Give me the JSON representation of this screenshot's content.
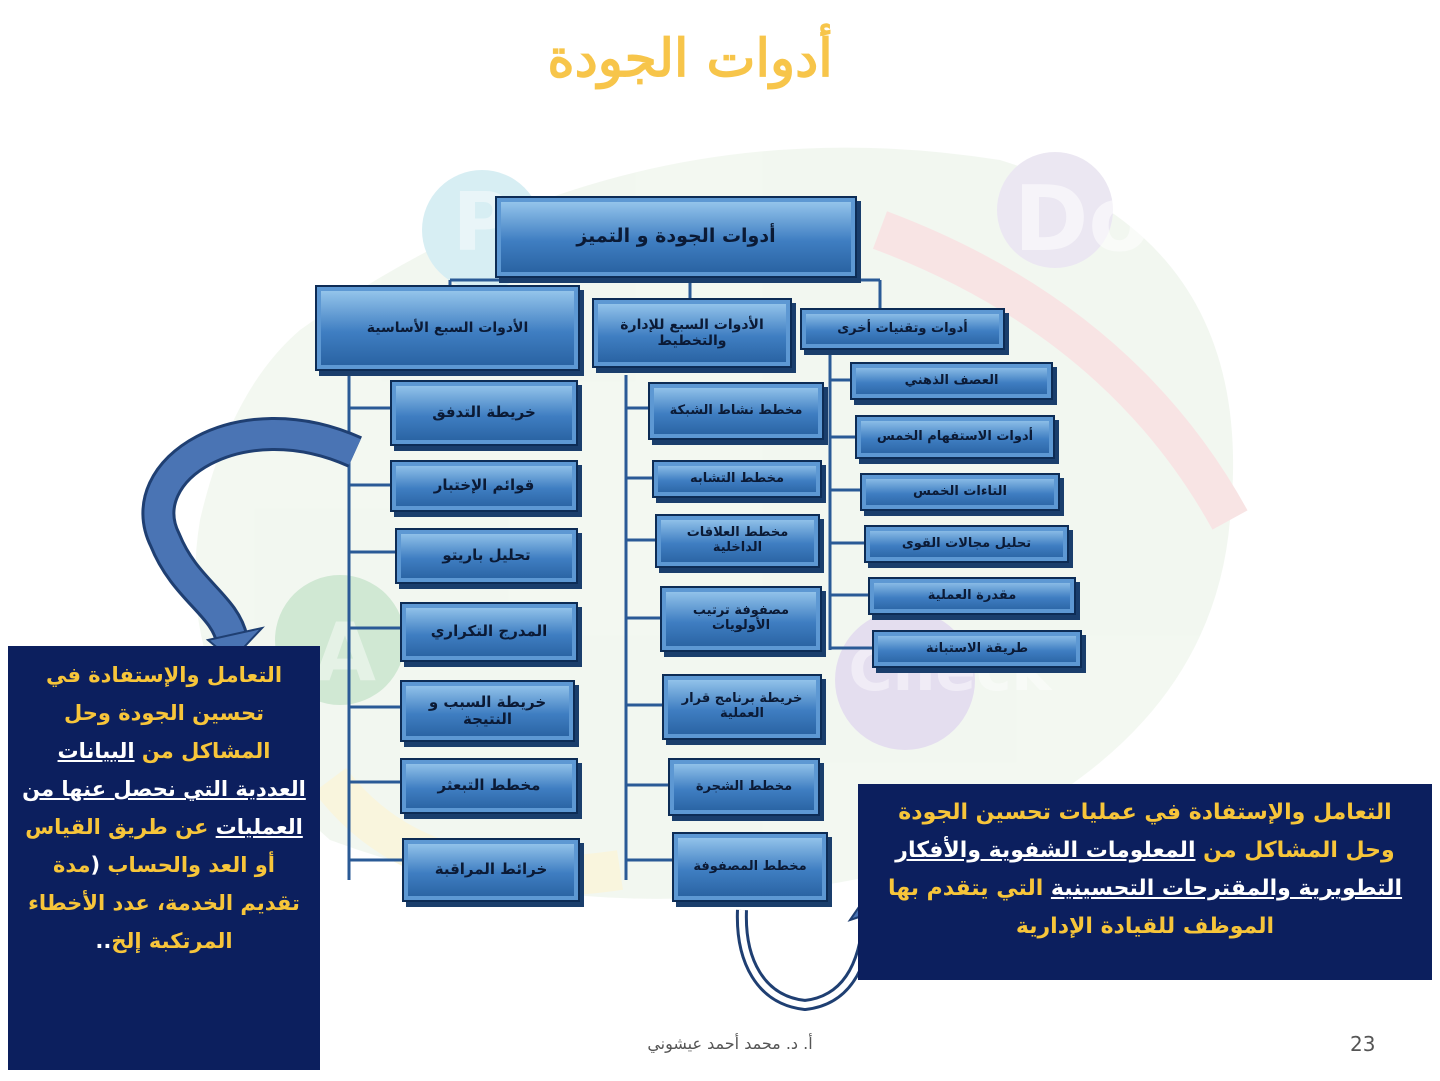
{
  "title": "أدوات الجودة",
  "chart": {
    "root": "أدوات الجودة و التميز",
    "branches": [
      {
        "label": "الأدوات السبع الأساسية",
        "items": [
          "خريطة التدفق",
          "قوائم الإختبار",
          "تحليل باريتو",
          "المدرج التكراري",
          "خريطة السبب و النتيجة",
          "مخطط التبعثر",
          "خرائط المراقبة"
        ]
      },
      {
        "label": "الأدوات السبع للإدارة والتخطيط",
        "items": [
          "مخطط نشاط الشبكة",
          "مخطط التشابه",
          "مخطط العلاقات الداخلية",
          "مصفوفة ترتيب الأولويات",
          "خريطة برنامج قرار العملية",
          "مخطط الشجرة",
          "مخطط المصفوفة"
        ]
      },
      {
        "label": "أدوات وتقنيات أخرى",
        "items": [
          "العصف الذهني",
          "أدوات الاستفهام الخمس",
          "التاءات الخمس",
          "تحليل مجالات القوى",
          "مقدرة العملية",
          "طريقة الاستبانة"
        ]
      }
    ]
  },
  "note_left": {
    "parts": [
      {
        "t": "التعامل والإستفادة في تحسين الجودة وحل المشاكل من ",
        "s": "n"
      },
      {
        "t": "البيانات العددية التي نحصل عنها من العمليات",
        "s": "u"
      },
      {
        "t": " عن طريق القياس أو العد والحساب ",
        "s": "n"
      },
      {
        "t": "(",
        "s": "w"
      },
      {
        "t": "مدة تقديم الخدمة، عدد الأخطاء المرتكبة إلخ",
        "s": "n"
      },
      {
        "t": "..",
        "s": "w"
      }
    ]
  },
  "note_right": {
    "parts": [
      {
        "t": "التعامل والإستفادة في عمليات تحسين الجودة وحل المشاكل من ",
        "s": "n"
      },
      {
        "t": "المعلومات الشفوية والأفكار التطويرية والمقترحات التحسينية",
        "s": "u"
      },
      {
        "t": " التي يتقدم بها الموظف للقيادة الإدارية",
        "s": "n"
      }
    ]
  },
  "background_letters": {
    "p": "P",
    "d": "Do",
    "a": "A",
    "c": "Check"
  },
  "footer": "أ. د. محمد أحمد عيشوني",
  "page_number": "23",
  "colors": {
    "title": "#f7c54a",
    "box_top": "#9ccbef",
    "box_bottom": "#27609f",
    "note_bg": "#0c1f5e",
    "note_text": "#f7c53a",
    "arrow": "#4a74b4"
  }
}
